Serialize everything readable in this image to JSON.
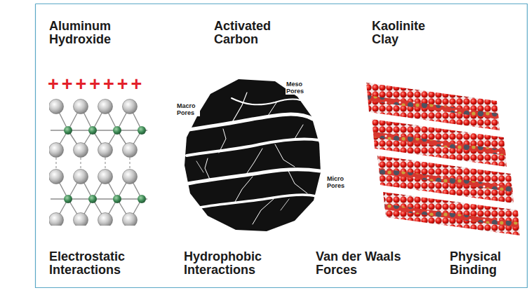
{
  "diagram": {
    "labels": [
      "Aluminum Hydroxide",
      "Activated Carbon",
      "Kaolinite Clay",
      "+++++++",
      "Meso Pores",
      "Macro Pores",
      "Micro Pores",
      "Electrostatic Interactions",
      "Hydrophobic Interactions",
      "Van der Waals Forces",
      "Physical Binding"
    ]
  }
}
